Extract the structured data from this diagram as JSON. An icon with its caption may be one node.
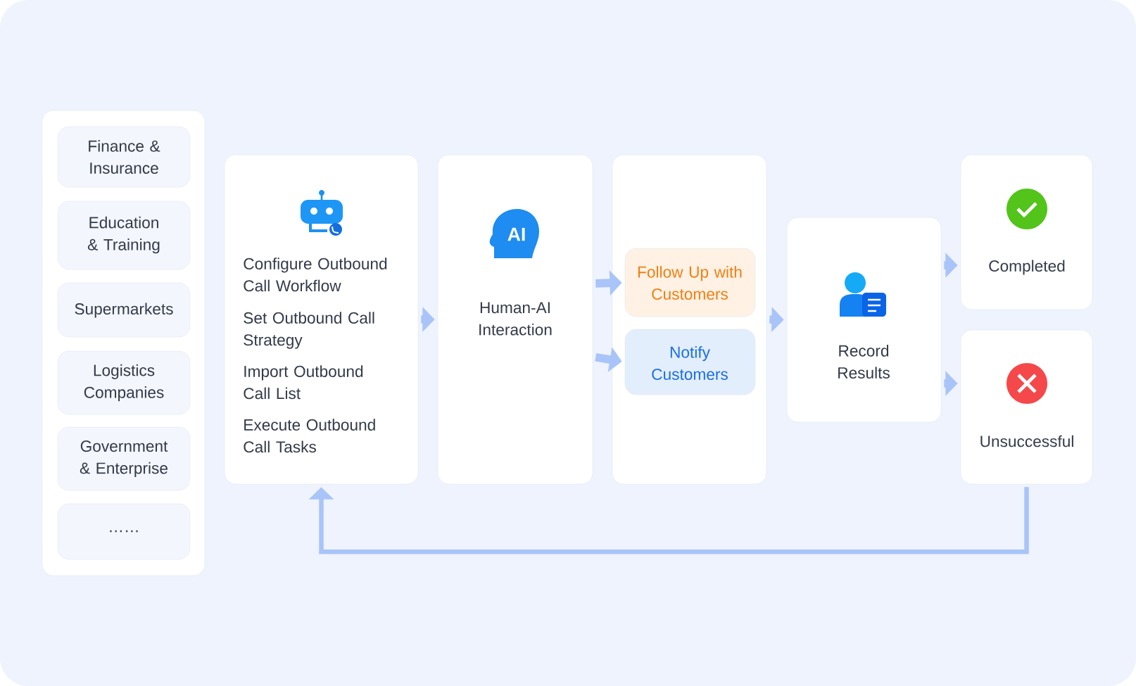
{
  "diagram": {
    "nodes": [
      {
        "text": [],
        "shape": "box"
      },
      {
        "text": [
          "Finance & Insurance"
        ],
        "in": 0
      },
      {
        "text": [
          "Education & Training"
        ],
        "in": 0
      },
      {
        "text": [
          "Supermarkets"
        ],
        "in": 0
      },
      {
        "text": [
          "Logistics Companies"
        ],
        "in": 0
      },
      {
        "text": [
          "Government & Enterprise"
        ],
        "in": 0
      },
      {
        "text": [
          "……"
        ],
        "in": 0
      },
      {
        "text": [
          "Configure Outbound Call Workflow",
          "Set Outbound Call Strategy",
          "Import Outbound Call List",
          "Execute Outbound Call Tasks"
        ]
      },
      {
        "text": [
          "Human-AI Interaction"
        ]
      },
      {
        "text": [],
        "shape": "box"
      },
      {
        "text": [
          "Follow Up with Customers"
        ],
        "in": 9
      },
      {
        "text": [
          "Notify Customers"
        ],
        "in": 9
      },
      {
        "text": [
          "Record Results"
        ]
      },
      {
        "text": [
          "Completed"
        ]
      },
      {
        "text": [
          "Unsuccessful"
        ]
      }
    ],
    "edges": [
      {
        "from": 7,
        "to": 8,
        "arrow": "to"
      },
      {
        "from": 8,
        "to": 10,
        "arrow": "to"
      },
      {
        "from": 8,
        "to": 11,
        "arrow": "to"
      },
      {
        "from": 9,
        "to": 12,
        "arrow": "to"
      },
      {
        "from": 12,
        "to": 13,
        "arrow": "to"
      },
      {
        "from": 12,
        "to": 14,
        "arrow": "to"
      },
      {
        "from": 14,
        "to": 7,
        "arrow": "to"
      }
    ],
    "labels": [
      "AI"
    ]
  }
}
